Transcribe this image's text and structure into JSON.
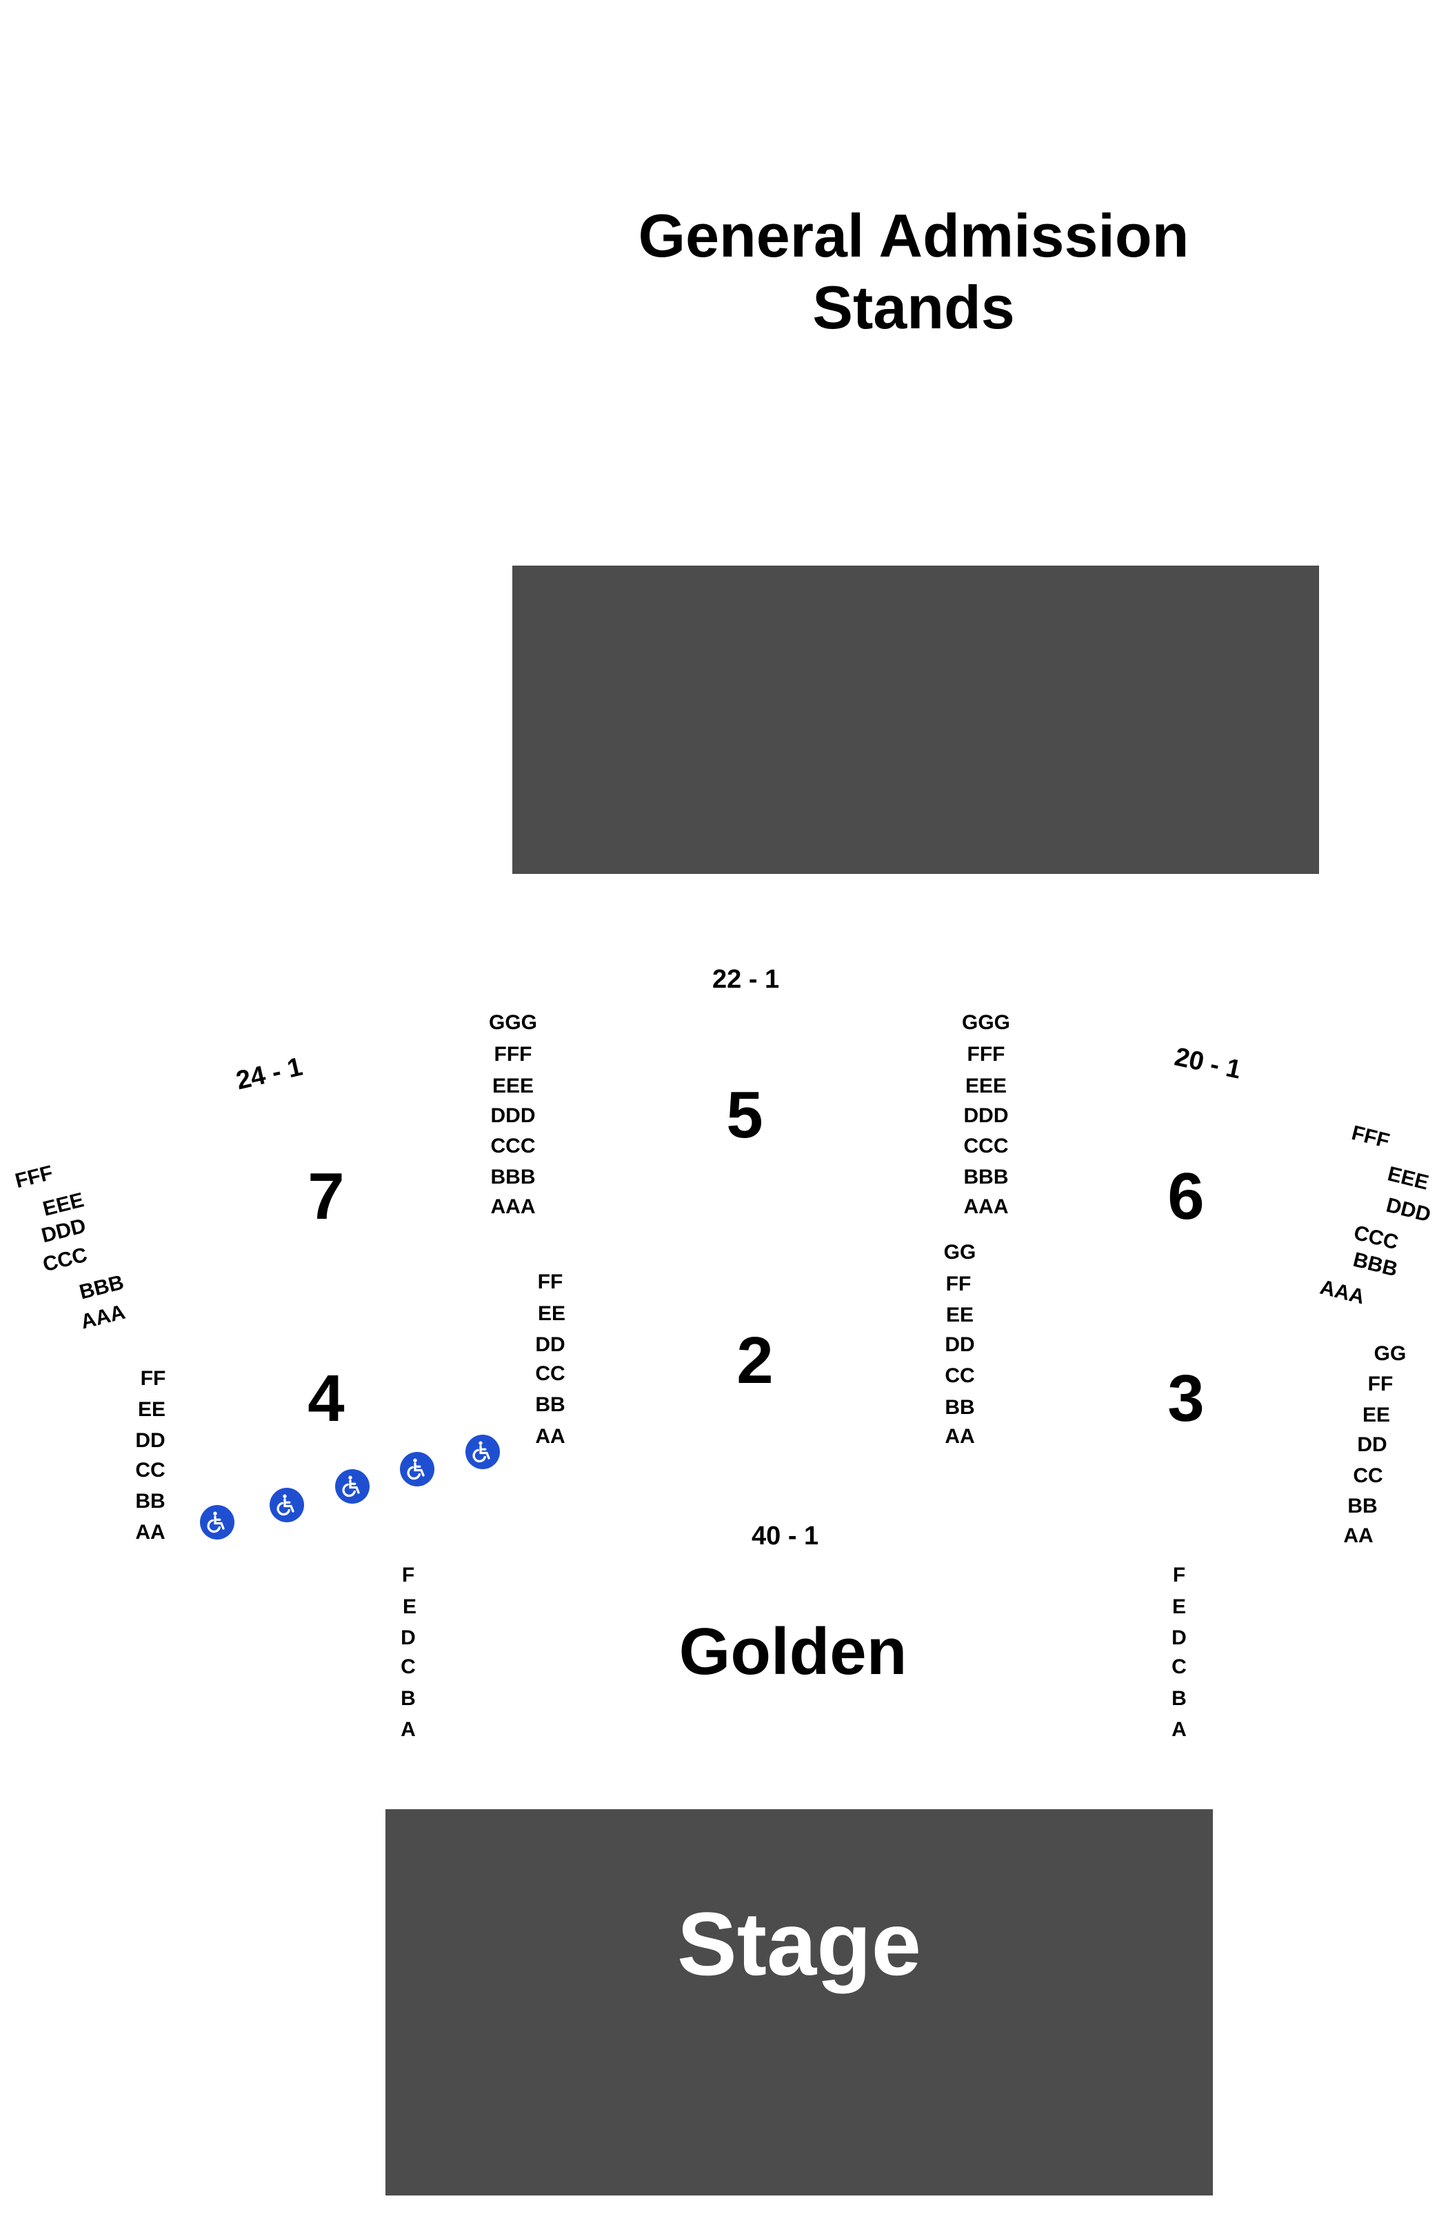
{
  "header": {
    "line1": "General Admission",
    "line2": "Stands"
  },
  "stage": {
    "label": "Stage"
  },
  "venue": {
    "label": "Golden"
  },
  "sections": {
    "s2": "2",
    "s3": "3",
    "s4": "4",
    "s5": "5",
    "s6": "6",
    "s7": "7"
  },
  "seat_ranges": {
    "r5": "22 - 1",
    "r7": "24 - 1",
    "r6": "20 - 1",
    "r2": "40 - 1"
  },
  "rows": {
    "sec5_left": [
      "GGG",
      "FFF",
      "EEE",
      "DDD",
      "CCC",
      "BBB",
      "AAA"
    ],
    "sec5_right": [
      "GGG",
      "FFF",
      "EEE",
      "DDD",
      "CCC",
      "BBB",
      "AAA"
    ],
    "sec2_left": [
      "FF",
      "EE",
      "DD",
      "CC",
      "BB",
      "AA"
    ],
    "sec2_right": [
      "GG",
      "FF",
      "EE",
      "DD",
      "CC",
      "BB",
      "AA"
    ],
    "sec4_left": [
      "FF",
      "EE",
      "DD",
      "CC",
      "BB",
      "AA"
    ],
    "sec7_left": [
      "FFF",
      "EEE",
      "DDD",
      "CCC",
      "BBB",
      "AAA"
    ],
    "sec6_right": [
      "FFF",
      "EEE",
      "DDD",
      "CCC",
      "BBB",
      "AAA"
    ],
    "sec3_right": [
      "GG",
      "FF",
      "EE",
      "DD",
      "CC",
      "BB",
      "AA"
    ],
    "golden_left": [
      "F",
      "E",
      "D",
      "C",
      "B",
      "A"
    ],
    "golden_right": [
      "F",
      "E",
      "D",
      "C",
      "B",
      "A"
    ]
  },
  "icons": {
    "wheelchair": "wheelchair-icon"
  },
  "colors": {
    "block": "#4c4c4c",
    "accessible": "#1f4fd1",
    "background": "#ffffff"
  }
}
